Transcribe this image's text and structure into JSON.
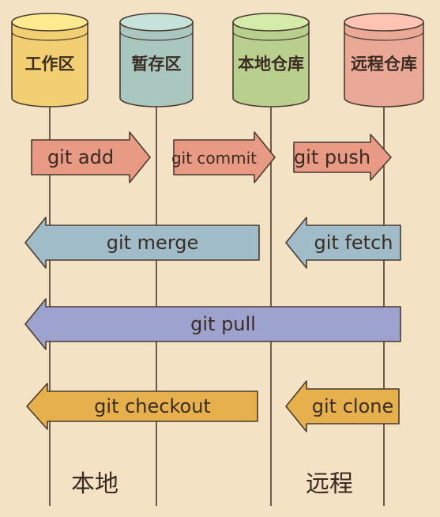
{
  "areas": [
    {
      "label": "工作区",
      "color": "#f2cf73"
    },
    {
      "label": "暂存区",
      "color": "#a9c6bf"
    },
    {
      "label": "本地仓库",
      "color": "#b9cf8e"
    },
    {
      "label": "远程仓库",
      "color": "#eaa897"
    }
  ],
  "commands": [
    {
      "label": "git add",
      "from": 0,
      "to": 1,
      "direction": "right",
      "color": "#e89a84"
    },
    {
      "label": "git commit",
      "from": 1,
      "to": 2,
      "direction": "right",
      "color": "#e89a84"
    },
    {
      "label": "git push",
      "from": 2,
      "to": 3,
      "direction": "right",
      "color": "#e89a84"
    },
    {
      "label": "git merge",
      "from": 2,
      "to": 0,
      "direction": "left",
      "color": "#9fbcc8"
    },
    {
      "label": "git fetch",
      "from": 3,
      "to": 2,
      "direction": "left",
      "color": "#9fbcc8"
    },
    {
      "label": "git pull",
      "from": 3,
      "to": 0,
      "direction": "left",
      "color": "#9ea2cf"
    },
    {
      "label": "git checkout",
      "from": 2,
      "to": 0,
      "direction": "left",
      "color": "#e6b04d"
    },
    {
      "label": "git clone",
      "from": 3,
      "to": 2,
      "direction": "left",
      "color": "#e6b04d"
    }
  ],
  "footer": {
    "local": "本地",
    "remote": "远程"
  }
}
